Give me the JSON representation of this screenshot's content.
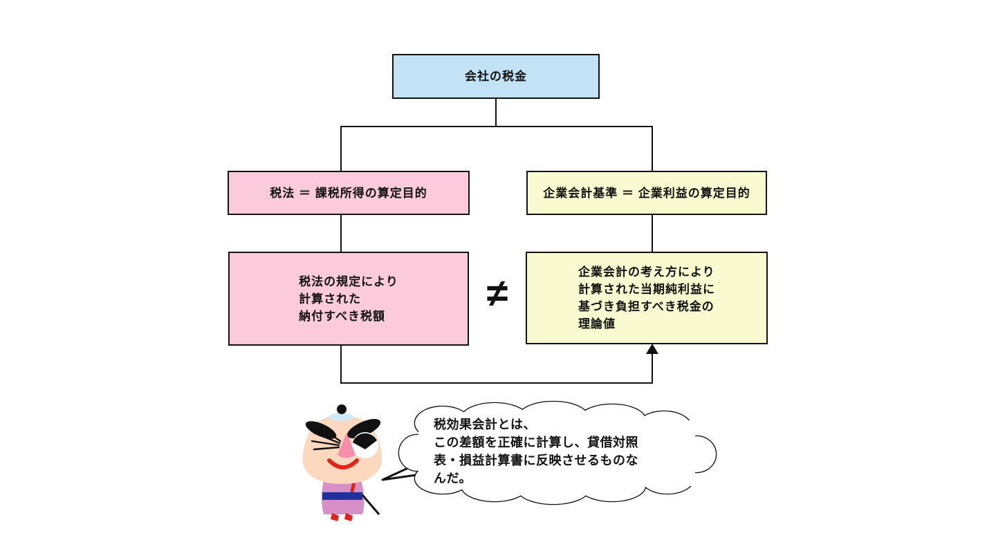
{
  "page": {
    "background": "#ffffff"
  },
  "diagram": {
    "root_box": {
      "label": "会社の税金",
      "fill": "#c2e2f5"
    },
    "tax_branch": {
      "header_label": "税法 ＝ 課税所得の算定目的",
      "detail_lines": [
        "税法の規定により",
        "計算された",
        "納付すべき税額"
      ],
      "fill": "#fbcbdc"
    },
    "accounting_branch": {
      "header_label": "企業会計基準 ＝ 企業利益の算定目的",
      "detail_lines": [
        "企業会計の考え方により",
        "計算された当期純利益に",
        "基づき負担すべき税金の",
        "理論値"
      ],
      "fill": "#fafad0"
    },
    "inequality_symbol": "≠",
    "line_color": "#111111"
  },
  "callout": {
    "character": "sumo-mascot",
    "speech_lines": [
      "税効果会計とは、",
      "この差額を正確に計算し、貸借対照",
      "表・損益計算書に反映させるものな",
      "んだ。"
    ]
  }
}
